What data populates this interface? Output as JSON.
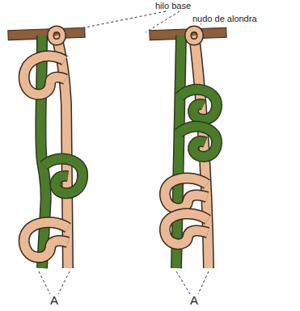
{
  "diagram": {
    "labels": [
      "hilo base",
      "nudo de alondra",
      "A",
      "A"
    ]
  }
}
